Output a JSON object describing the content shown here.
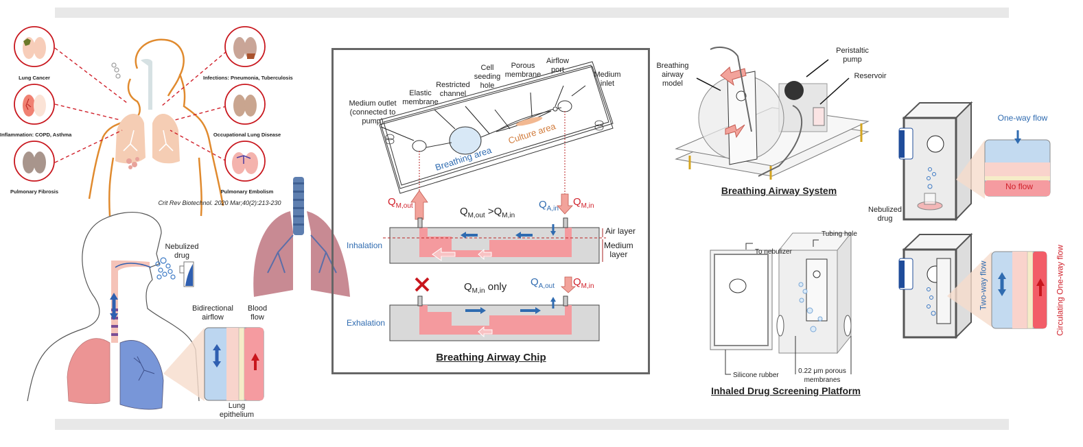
{
  "panel_a": {
    "diseases": [
      {
        "label": "Lung Cancer",
        "icon": "lung-cancer-icon"
      },
      {
        "label": "Inflammation: COPD, Asthma",
        "icon": "lung-inflammation-icon"
      },
      {
        "label": "Pulmonary Fibrosis",
        "icon": "lung-fibrosis-icon"
      },
      {
        "label": "Infections: Pneumonia, Tuberculosis",
        "icon": "lung-infection-icon"
      },
      {
        "label": "Occupational Lung Disease",
        "icon": "lung-occupational-icon"
      },
      {
        "label": "Pulmonary Embolism",
        "icon": "lung-embolism-icon"
      }
    ],
    "citation": "Crit Rev Biotechnol. 2020 Mar;40(2):213-230"
  },
  "panel_b": {
    "nebulized_drug": "Nebulized\ndrug",
    "bidirectional_airflow": "Bidirectional\nairflow",
    "blood_flow": "Blood\nflow",
    "lung_epithelium": "Lung\nepithelium"
  },
  "chip": {
    "labels": {
      "medium_outlet": "Medium outlet\n(connected to\npump)",
      "elastic_membrane": "Elastic\nmembrane",
      "restricted_channel": "Restricted\nchannel",
      "cell_seeding_hole": "Cell\nseeding\nhole",
      "porous_membrane": "Porous\nmembrane",
      "airflow_port": "Airflow\nport",
      "medium_inlet": "Medium\ninlet",
      "breathing_area": "Breathing area",
      "culture_area": "Culture area"
    },
    "flows": {
      "q_m_out": {
        "base": "Q",
        "sub": "M,out"
      },
      "q_m_in": {
        "base": "Q",
        "sub": "M,in"
      },
      "q_a_in": {
        "base": "Q",
        "sub": "A,in"
      },
      "q_a_out": {
        "base": "Q",
        "sub": "A,out"
      },
      "relation_inhale_a": "Q",
      "relation_inhale_a_sub": "M,out",
      "relation_inhale_op": " >Q",
      "relation_inhale_b_sub": "M,in",
      "relation_exhale": "Q",
      "relation_exhale_sub": "M,in",
      "relation_exhale_suffix": " only"
    },
    "phases": {
      "inhalation": "Inhalation",
      "exhalation": "Exhalation"
    },
    "layers": {
      "air": "Air layer",
      "medium": "Medium\nlayer"
    },
    "title": "Breathing Airway Chip",
    "colors": {
      "medium": "#f49a9e",
      "air_arrow": "#2f6bb0",
      "flow_arrow": "#f2a39b",
      "stop": "#c8161d"
    }
  },
  "system": {
    "labels": {
      "breathing_airway_model": "Breathing\nairway\nmodel",
      "peristaltic_pump": "Peristaltic\npump",
      "reservoir": "Reservoir"
    },
    "title": "Breathing Airway System"
  },
  "platform": {
    "labels": {
      "to_nebulizer": "To nebulizer",
      "tubing_hole": "Tubing hole",
      "silicone_rubber": "Silicone rubber",
      "porous_membranes": "0.22 μm porous\nmembranes"
    },
    "title": "Inhaled Drug Screening Platform"
  },
  "comparison": {
    "nebulized_drug": "Nebulized\ndrug",
    "one_way_flow": "One-way flow",
    "no_flow": "No flow",
    "two_way_flow": "Two-way flow",
    "circulating_flow": "Circulating One-way flow"
  }
}
